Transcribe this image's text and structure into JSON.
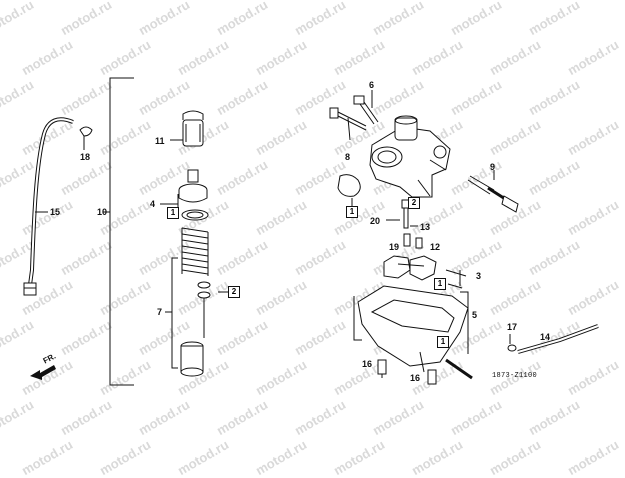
{
  "watermark": "motod.ru",
  "direction_label": "FR.",
  "diagram_code": "1873-Z1100",
  "callouts": {
    "p1": "1",
    "p2": "2",
    "p3": "3",
    "p4": "4",
    "p5": "5",
    "p6": "6",
    "p7": "7",
    "p8": "8",
    "p9": "9",
    "p10": "10",
    "p11": "11",
    "p12": "12",
    "p13": "13",
    "p14": "14",
    "p15": "15",
    "p16": "16",
    "p17": "17",
    "p18": "18",
    "p19": "19",
    "p20": "20"
  },
  "boxes": {
    "b1": "1",
    "b2": "2"
  },
  "colors": {
    "line": "#111111",
    "watermark": "#d9d9d9",
    "background": "#ffffff"
  }
}
